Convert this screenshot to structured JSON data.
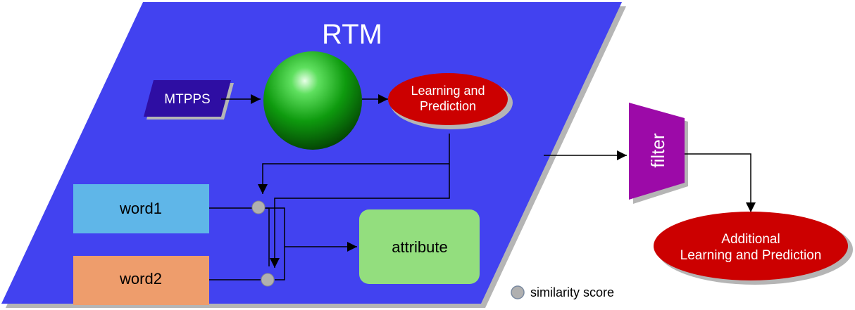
{
  "diagram": {
    "title": "RTM",
    "nodes": {
      "mtpps": "MTPPS",
      "learning_line1": "Learning and",
      "learning_line2": "Prediction",
      "word1": "word1",
      "word2": "word2",
      "attribute": "attribute",
      "filter": "filter",
      "additional_line1": "Additional",
      "additional_line2": "Learning and Prediction"
    },
    "legend": {
      "similarity_label": "similarity score"
    }
  },
  "colors": {
    "rtm_fill": "#4242f0",
    "mtpps_fill": "#2e0ea3",
    "red_fill": "#cc0000",
    "word1_fill": "#5fb6e8",
    "word2_fill": "#ee9d6c",
    "attribute_fill": "#93de7e",
    "filter_fill": "#9c0aa8",
    "score_fill": "#b0b0b0"
  }
}
